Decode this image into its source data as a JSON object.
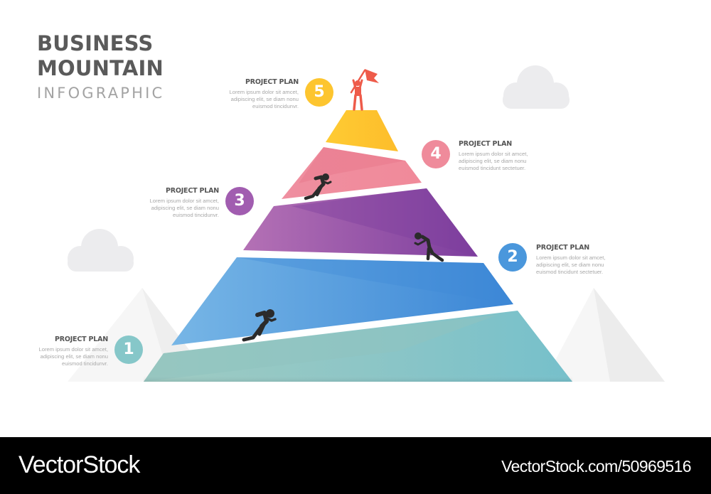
{
  "title": {
    "line1": "BUSINESS",
    "line2": "MOUNTAIN",
    "subtitle": "INFOGRAPHIC"
  },
  "colors": {
    "step1": "#86c7c9",
    "step2": "#4a97dc",
    "step3": "#a15db0",
    "step4": "#ee8a9a",
    "step5": "#fdc52f",
    "flag_figure": "#ee5b4a",
    "climber": "#2b2b2b",
    "cloud": "#ececee"
  },
  "steps": [
    {
      "number": "1",
      "title": "PROJECT PLAN",
      "description": "Lorem ipsum dolor sit amcet,\nadipiscing elit, se diam nonu\neuismod tincidunvr."
    },
    {
      "number": "2",
      "title": "PROJECT PLAN",
      "description": "Lorem ipsum dolor sit amcet,\nadipiscing elit, se diam nonu\neuismod tincidunt sectetuer."
    },
    {
      "number": "3",
      "title": "PROJECT PLAN",
      "description": "Lorem ipsum dolor sit amcet,\nadipiscing elit, se diam nonu\neuismod tincidunvr."
    },
    {
      "number": "4",
      "title": "PROJECT PLAN",
      "description": "Lorem ipsum dolor sit amcet,\nadipiscing elit, se diam nonu\neuismod tincidunt sectetuer."
    },
    {
      "number": "5",
      "title": "PROJECT PLAN",
      "description": "Lorem ipsum dolor sit amcet,\nadipiscing elit, se diam nonu\neuismod tincidunvr."
    }
  ],
  "icons": {
    "summit": "person-with-flag-icon",
    "climbers": [
      "climber-icon",
      "climber-icon",
      "climber-icon"
    ],
    "clouds": [
      "cloud-icon",
      "cloud-icon"
    ]
  },
  "footer": {
    "logo": "VectorStock",
    "url": "VectorStock.com/50969516"
  }
}
